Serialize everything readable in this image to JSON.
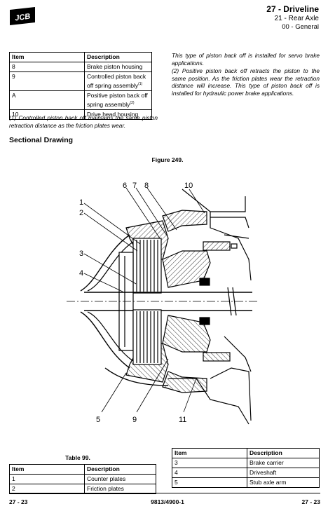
{
  "header": {
    "logo": "JCB",
    "chapter": "27 - Driveline",
    "section": "21 - Rear Axle",
    "subsection": "00 - General"
  },
  "table_top": {
    "headers": [
      "Item",
      "Description"
    ],
    "rows": [
      {
        "item": "8",
        "desc": "Brake piston housing",
        "note": ""
      },
      {
        "item": "9",
        "desc": "Controlled piston back off spring assembly",
        "note": "(1)"
      },
      {
        "item": "A",
        "desc": "Positive piston back off spring assembly",
        "note": "(2)"
      },
      {
        "item": "10",
        "desc": "Drive head housing",
        "note": ""
      }
    ]
  },
  "notes": {
    "note1": "(1) Controlled piston back off maintains the same piston retraction distance as the friction plates wear.",
    "right_text1": "This type of piston back off is installed for servo brake applications.",
    "right_text2": "(2) Positive piston back off retracts the piston to the same position. As the friction plates wear the retraction distance will increase. This type of piston back off is installed for hydraulic power brake applications."
  },
  "section_title": "Sectional Drawing",
  "figure": {
    "caption": "Figure 249.",
    "callouts": [
      "1",
      "2",
      "3",
      "4",
      "5",
      "6",
      "7",
      "8",
      "9",
      "10",
      "11"
    ]
  },
  "table_99": {
    "caption": "Table 99.",
    "headers": [
      "Item",
      "Description"
    ],
    "rows": [
      {
        "item": "1",
        "desc": "Counter plates"
      },
      {
        "item": "2",
        "desc": "Friction plates"
      }
    ]
  },
  "table_right": {
    "headers": [
      "Item",
      "Description"
    ],
    "rows": [
      {
        "item": "3",
        "desc": "Brake carrier"
      },
      {
        "item": "4",
        "desc": "Driveshaft"
      },
      {
        "item": "5",
        "desc": "Stub axle arm"
      }
    ]
  },
  "footer": {
    "left": "27 - 23",
    "center": "9813/4900-1",
    "right": "27 - 23"
  }
}
